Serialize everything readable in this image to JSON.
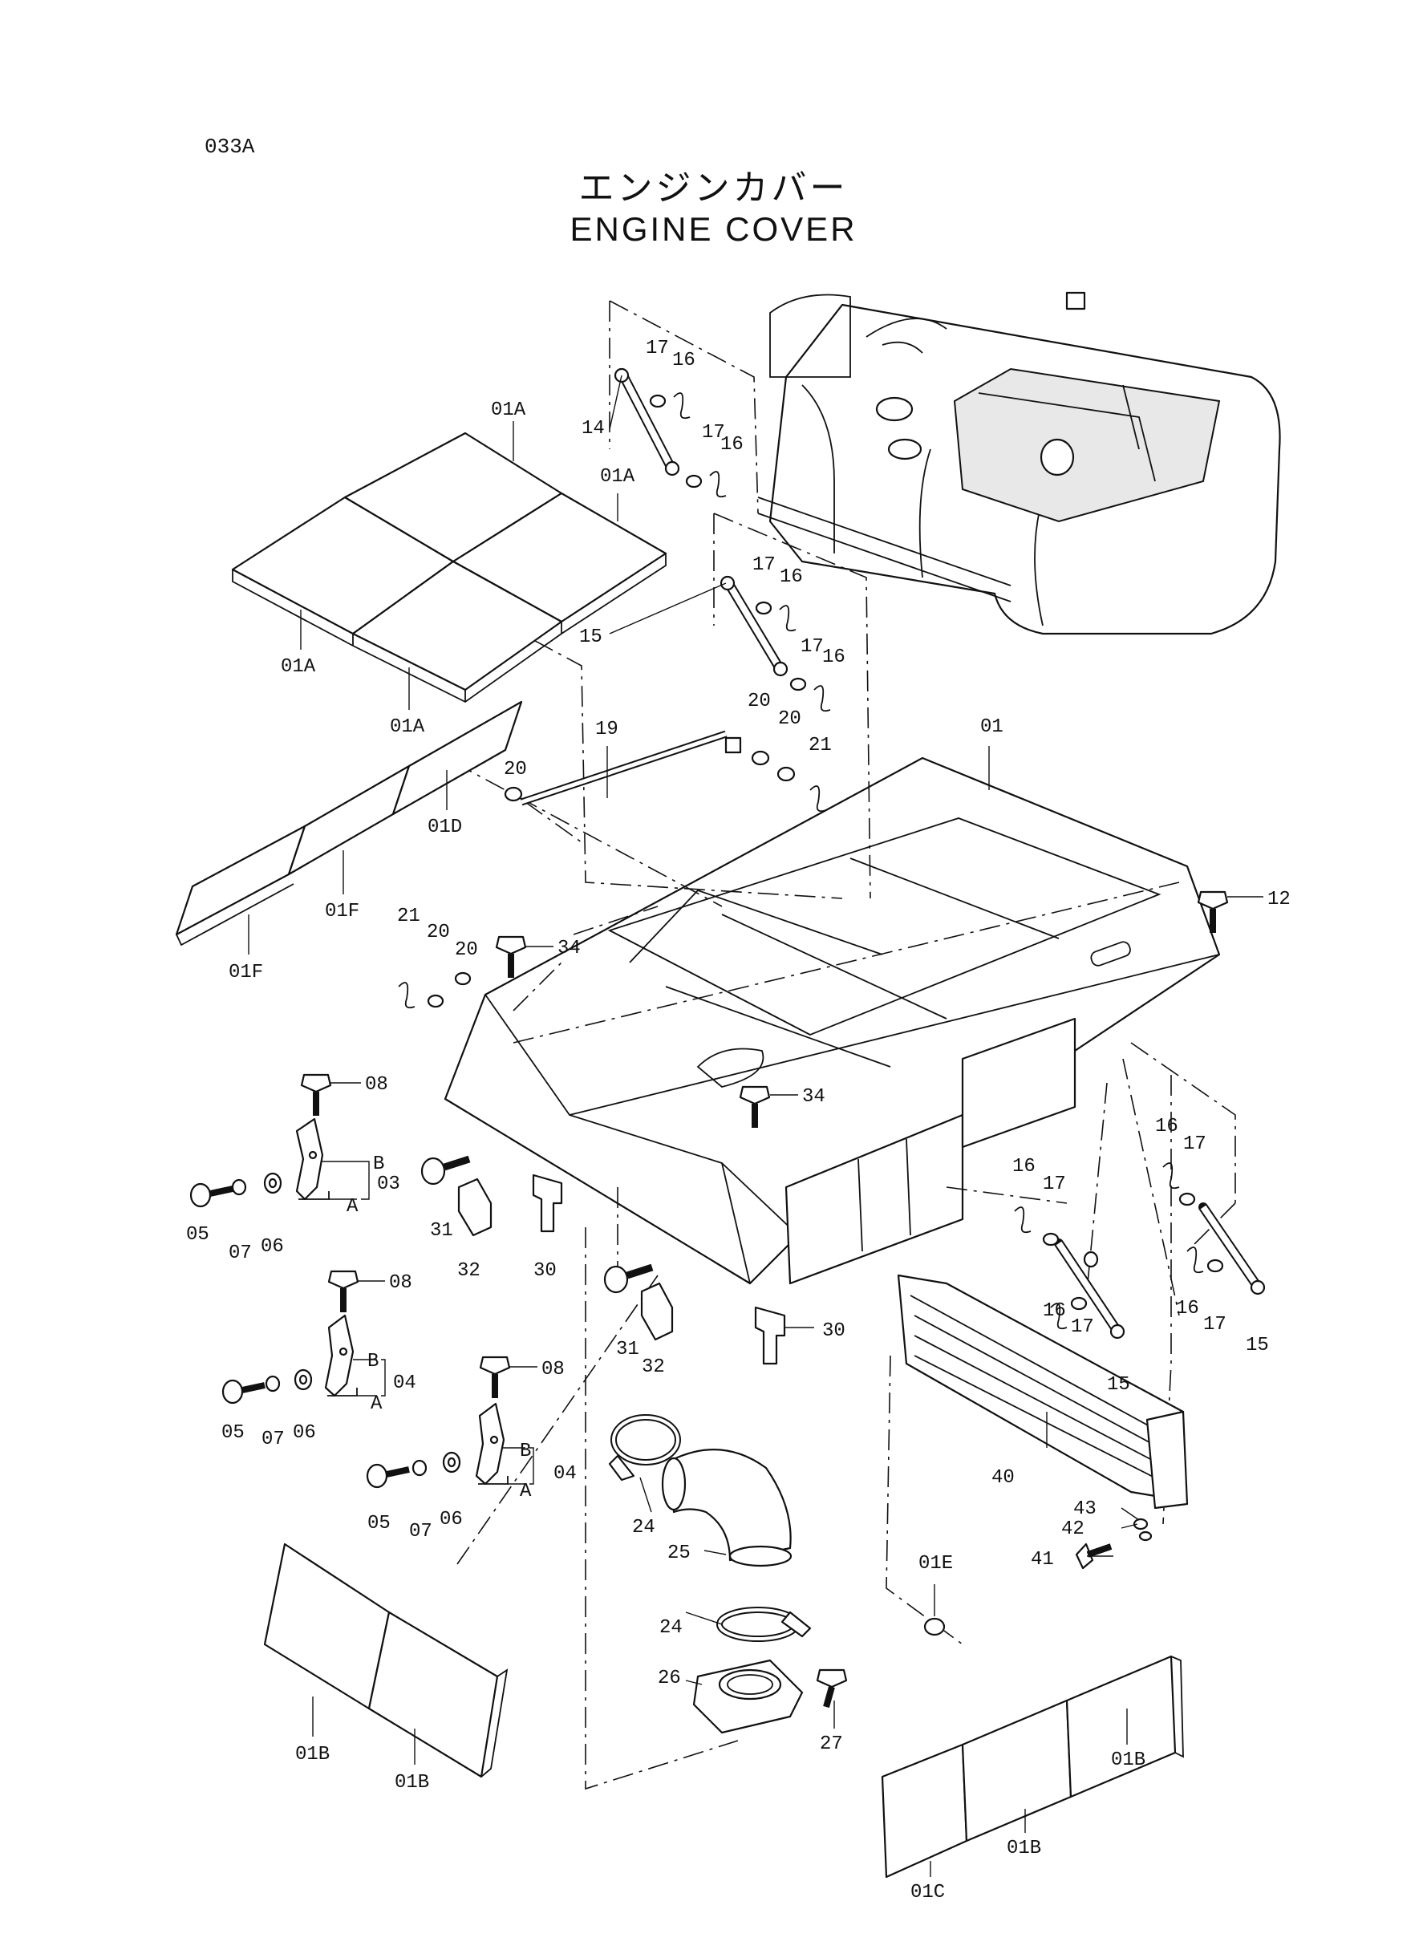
{
  "header": {
    "page_code": "033A",
    "title_jp": "エンジンカバー",
    "title_en": "ENGINE COVER"
  },
  "labels": {
    "p01": "01",
    "p01A": "01A",
    "p01B": "01B",
    "p01C": "01C",
    "p01D": "01D",
    "p01E": "01E",
    "p01F": "01F",
    "p03": "03",
    "p04": "04",
    "p05": "05",
    "p06": "06",
    "p07": "07",
    "p08": "08",
    "p12": "12",
    "p14": "14",
    "p15": "15",
    "p16": "16",
    "p17": "17",
    "p19": "19",
    "p20": "20",
    "p21": "21",
    "p24": "24",
    "p25": "25",
    "p26": "26",
    "p27": "27",
    "p30": "30",
    "p31": "31",
    "p32": "32",
    "p34": "34",
    "p40": "40",
    "p41": "41",
    "p42": "42",
    "p43": "43",
    "sub_a": "A",
    "sub_b": "B"
  }
}
